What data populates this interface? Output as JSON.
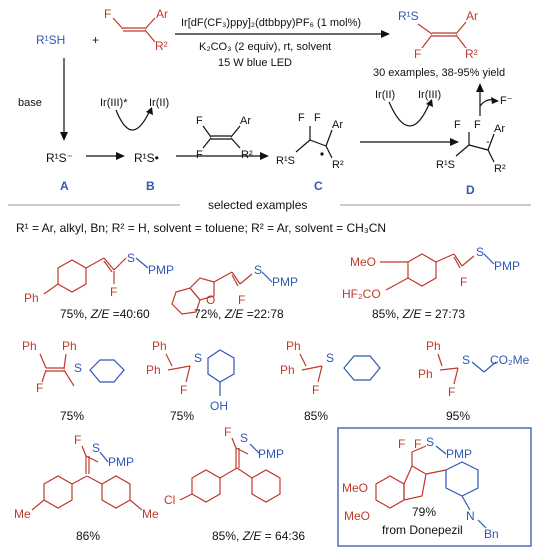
{
  "reaction": {
    "thiol": "R¹SH",
    "plus": "+",
    "catalyst": "Ir[dF(CF₃)ppy]₂(dtbbpy)PF₆ (1 mol%)",
    "conditions": "K₂CO₃ (2 equiv), rt, solvent",
    "light": "15 W blue LED",
    "scope": "30 examples, 38-95% yield",
    "alkene_F1": "F",
    "alkene_F2": "F",
    "alkene_Ar": "Ar",
    "alkene_R2": "R²",
    "product_S": "R¹S",
    "product_F": "F",
    "product_Ar": "Ar",
    "product_R2": "R²"
  },
  "mechanism": {
    "base": "base",
    "irIII_star": "Ir(III)*",
    "irII_a": "Ir(II)",
    "irII_b": "Ir(II)",
    "irIII_b": "Ir(III)",
    "fluoride": "F⁻",
    "A_species": "R¹S⁻",
    "B_species": "R¹S•",
    "A": "A",
    "B": "B",
    "C": "C",
    "D": "D",
    "C_R1S": "R¹S",
    "C_Ar": "Ar",
    "C_R2": "R²",
    "C_F": "F",
    "D_R1S": "R¹S",
    "D_Ar": "Ar",
    "D_R2": "R²",
    "D_F": "F",
    "mid_F": "F",
    "mid_Ar": "Ar",
    "mid_R2": "R²"
  },
  "section_title": "selected examples",
  "conditions_note": "R¹ = Ar, alkyl, Bn; R² = H, solvent = toluene; R² = Ar, solvent = CH₃CN",
  "examples": [
    {
      "yield": "75%, ",
      "ze_label": "Z/E",
      "ze": " =40:60",
      "substituent": "Ph"
    },
    {
      "yield": "72%, ",
      "ze_label": "Z/E",
      "ze": " =22:78"
    },
    {
      "yield": "85%, ",
      "ze_label": "Z/E",
      "ze": " = 27:73",
      "sub1": "MeO",
      "sub2": "HF₂CO"
    },
    {
      "yield": "75%"
    },
    {
      "yield": "75%",
      "substituent": "OH"
    },
    {
      "yield": "85%"
    },
    {
      "yield": "95%",
      "ester": "CO₂Me"
    },
    {
      "yield": "86%"
    },
    {
      "yield": "85%, ",
      "ze_label": "Z/E",
      "ze": " = 64:36",
      "substituent": "Cl"
    },
    {
      "yield": "79%",
      "note": "from Donepezil",
      "sub1": "MeO",
      "sub2": "MeO",
      "nbn": "Bn"
    }
  ],
  "labels": {
    "S": "S",
    "PMP": "PMP",
    "F": "F",
    "Ph": "Ph",
    "Me": "Me",
    "N": "N"
  },
  "colors": {
    "red": "#c0392b",
    "blue": "#2f58b5",
    "box": "#2f58b5"
  }
}
